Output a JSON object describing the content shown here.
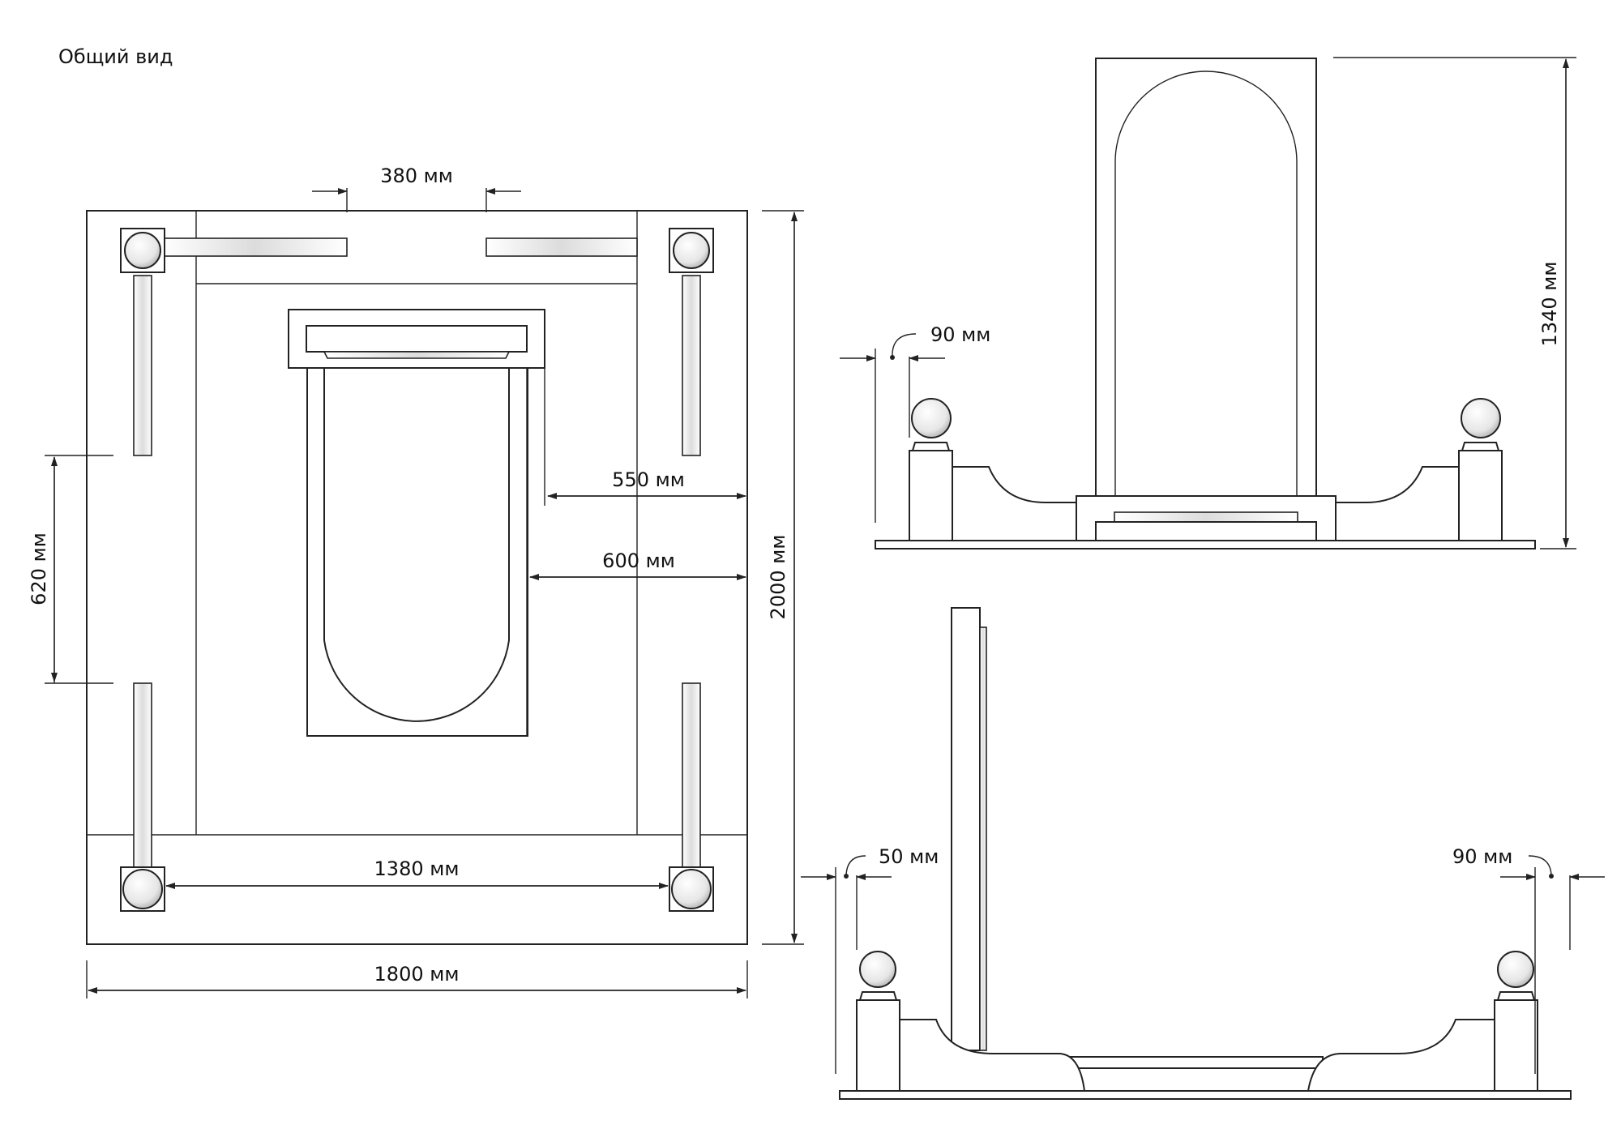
{
  "title": "Общий вид",
  "dimensions": {
    "d380": "380 мм",
    "d550": "550 мм",
    "d600": "600 мм",
    "d620": "620 мм",
    "d1380": "1380 мм",
    "d1800": "1800 мм",
    "d2000": "2000 мм",
    "d1340": "1340 мм",
    "d90_front": "90 мм",
    "d50_side": "50 мм",
    "d90_side": "90 мм"
  },
  "colors": {
    "line": "#222222",
    "background": "#ffffff"
  }
}
